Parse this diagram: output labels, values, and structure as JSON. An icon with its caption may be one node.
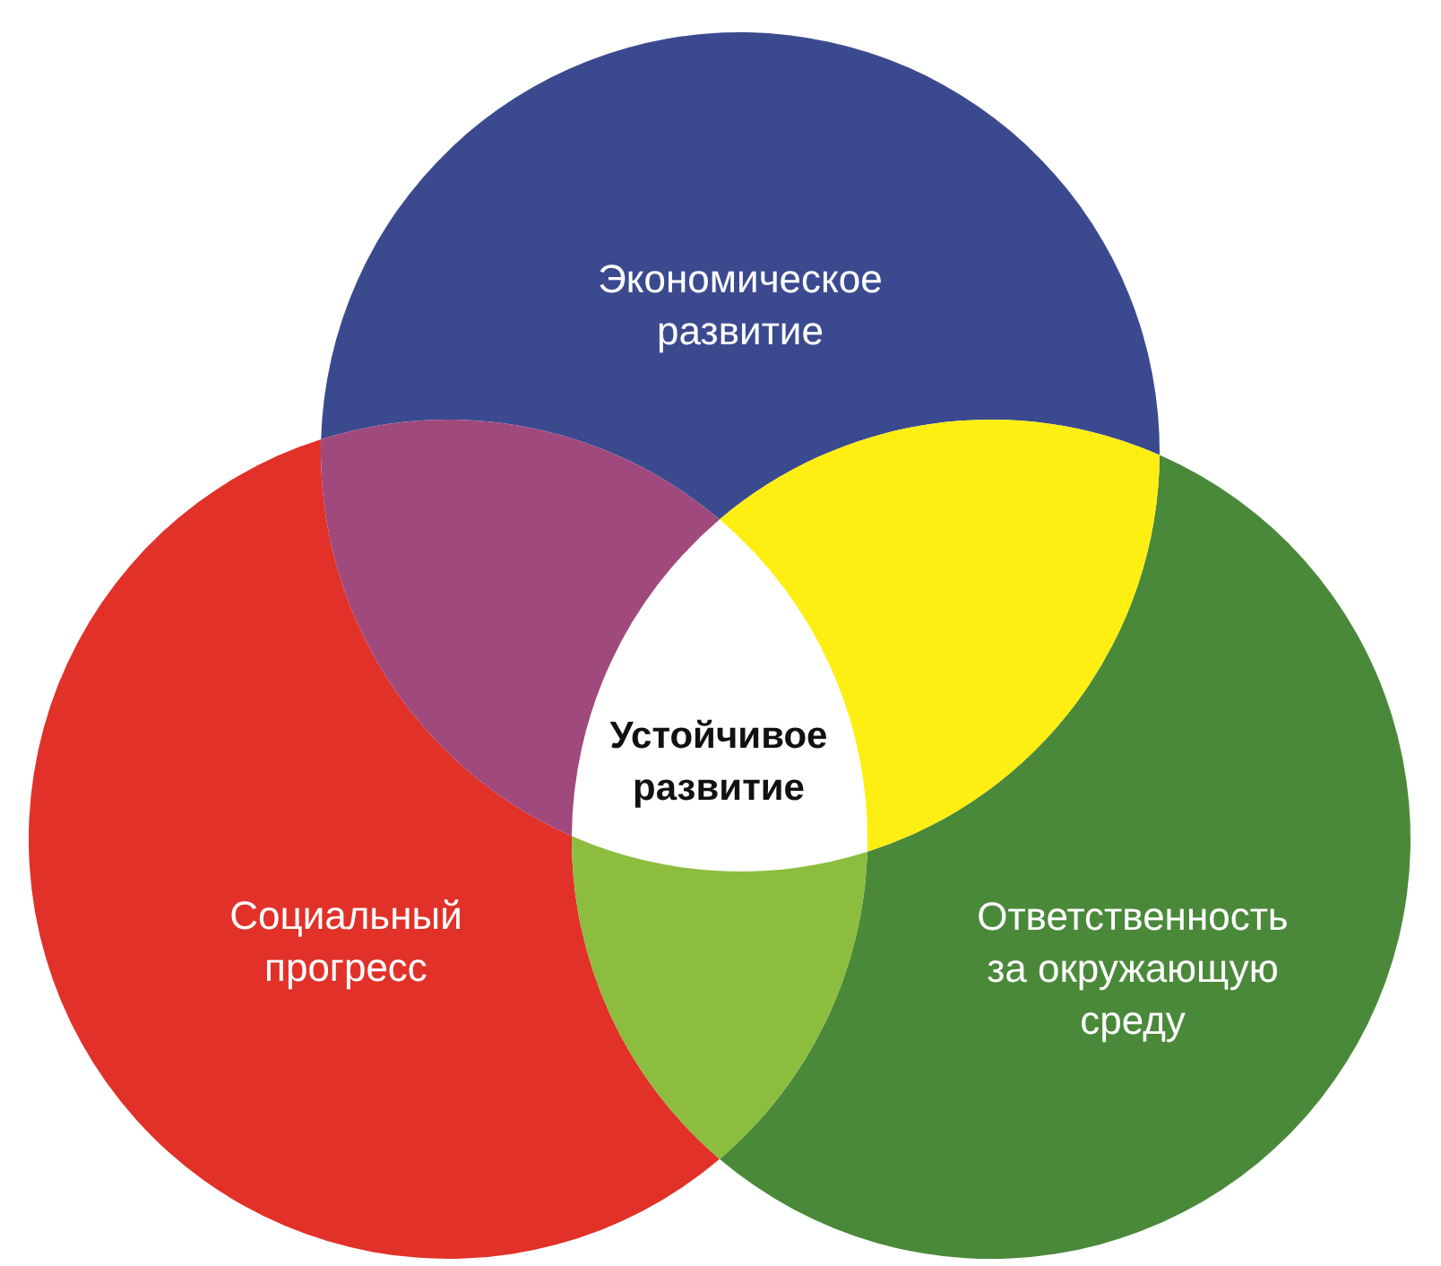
{
  "diagram": {
    "nodes": [
      {
        "text": [
          "Экономическое развитие"
        ]
      },
      {
        "text": [
          "Социальный прогресс"
        ]
      },
      {
        "text": [
          "Ответственность за окружающую среду"
        ]
      },
      {
        "text": [
          "Устойчивое развитие"
        ]
      },
      {
        "text": [],
        "shape": "lens"
      },
      {
        "text": [],
        "shape": "lens"
      },
      {
        "text": [],
        "shape": "lens"
      }
    ]
  }
}
